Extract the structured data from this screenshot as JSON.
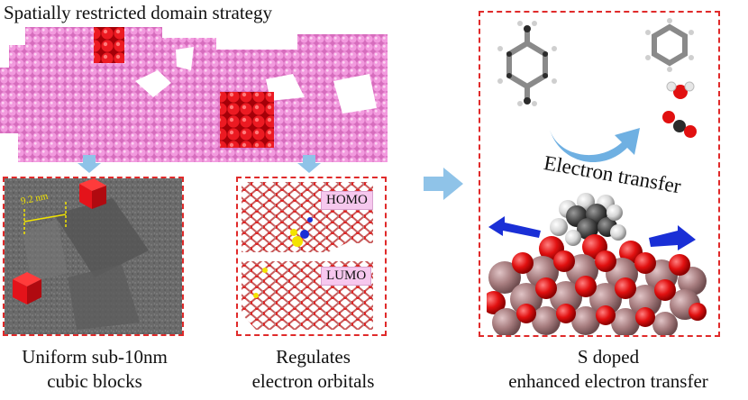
{
  "panel_top": {
    "title": "Spatially restricted domain strategy"
  },
  "panel_tem": {
    "scale_label": "9.2 nm",
    "caption_line1": "Uniform sub-10nm",
    "caption_line2": "cubic blocks"
  },
  "panel_orbitals": {
    "homo_label": "HOMO",
    "lumo_label": "LUMO",
    "caption_line1": "Regulates",
    "caption_line2": "electron orbitals"
  },
  "panel_reaction": {
    "transfer_label": "Electron transfer",
    "caption_line1": "S doped",
    "caption_line2": "enhanced electron transfer"
  },
  "colors": {
    "dashed_border": "#e02a2a",
    "flow_arrow": "#8fc3e8",
    "tem_background": "#6b6b6b",
    "pink_lattice": "#ee8fd8",
    "red_cube": "#e8141c",
    "blue_arrow": "#1a2fd6",
    "oxygen": "#e11010",
    "metal": "#a87e80"
  }
}
